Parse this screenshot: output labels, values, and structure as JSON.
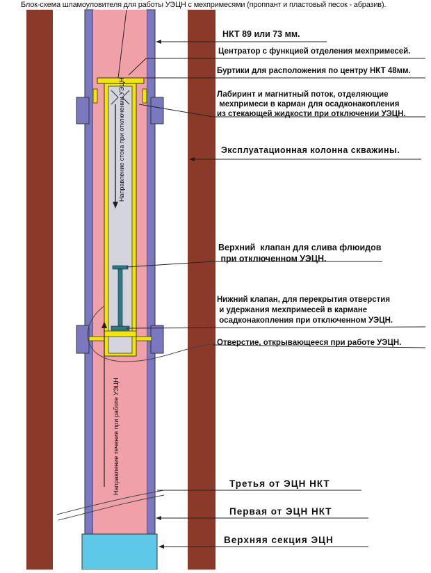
{
  "title": "Блок-схема шламоуловителя для работы УЭЦН с мехпримесями (проппант и пластовый песок - абразив).",
  "labels": {
    "nkt": "НКТ 89 или 73 мм.",
    "centrator": "Центратор с функцией отделения мехпримесей.",
    "burtiki": "Буртики для расположения по центру  НКТ 48мм.",
    "labirint": "Лабиринт и магнитный поток, отделяющие\n мехпримеси в карман для осадконакопления\nиз стекающей жидкости при отключении УЭЦН.",
    "column": "Эксплуатационная колонна скважины.",
    "upper_valve": "Верхний  клапан для слива флюидов\n при отключенном УЭЦН.",
    "lower_valve": "Нижний клапан, для перекрытия отверстия\n и удержания мехпримесей в кармане\n осадконакопления при отключенном УЭЦН.",
    "opening": "Отверстие, открывающееся при работе УЭЦН.",
    "third_nkt": "Третья от ЭЦН НКТ",
    "first_nkt": "Первая от ЭЦН НКТ",
    "upper_section": "Верхняя секция ЭЦН"
  },
  "flow_off": "Направление стока при отключении УЭЦН",
  "flow_on": "Направление течения при работе УЭЦН",
  "colors": {
    "casing": "#8b3a2a",
    "fluid": "#f0a0a8",
    "tube_wall": "#7a78c0",
    "insert": "#d4d4de",
    "yellow": "#f2e600",
    "pump": "#5ec8e8",
    "valve": "#2a7a8a"
  }
}
